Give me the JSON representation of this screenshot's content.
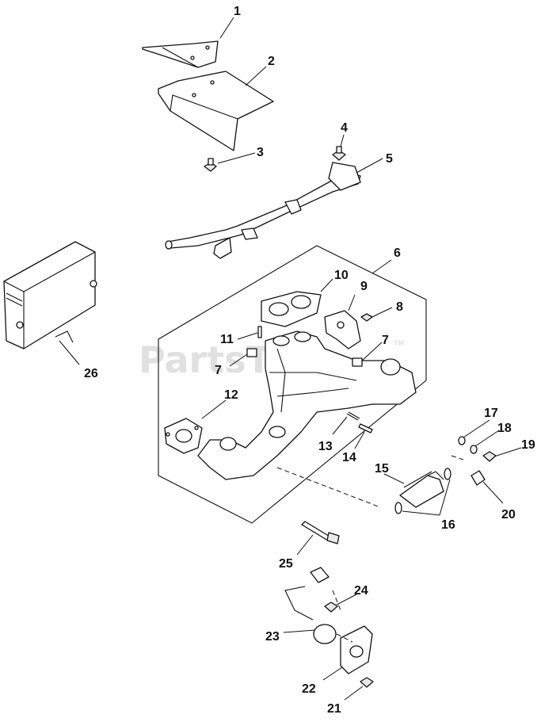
{
  "watermark": {
    "text": "PartsTree",
    "tm": "TM"
  },
  "callouts": {
    "c1": "1",
    "c2": "2",
    "c3": "3",
    "c4": "4",
    "c5": "5",
    "c6": "6",
    "c7a": "7",
    "c7b": "7",
    "c8": "8",
    "c9": "9",
    "c10": "10",
    "c11": "11",
    "c12": "12",
    "c13": "13",
    "c14": "14",
    "c15": "15",
    "c16": "16",
    "c17": "17",
    "c18": "18",
    "c19": "19",
    "c20": "20",
    "c21": "21",
    "c22": "22",
    "c23": "23",
    "c24": "24",
    "c25": "25",
    "c26": "26"
  }
}
